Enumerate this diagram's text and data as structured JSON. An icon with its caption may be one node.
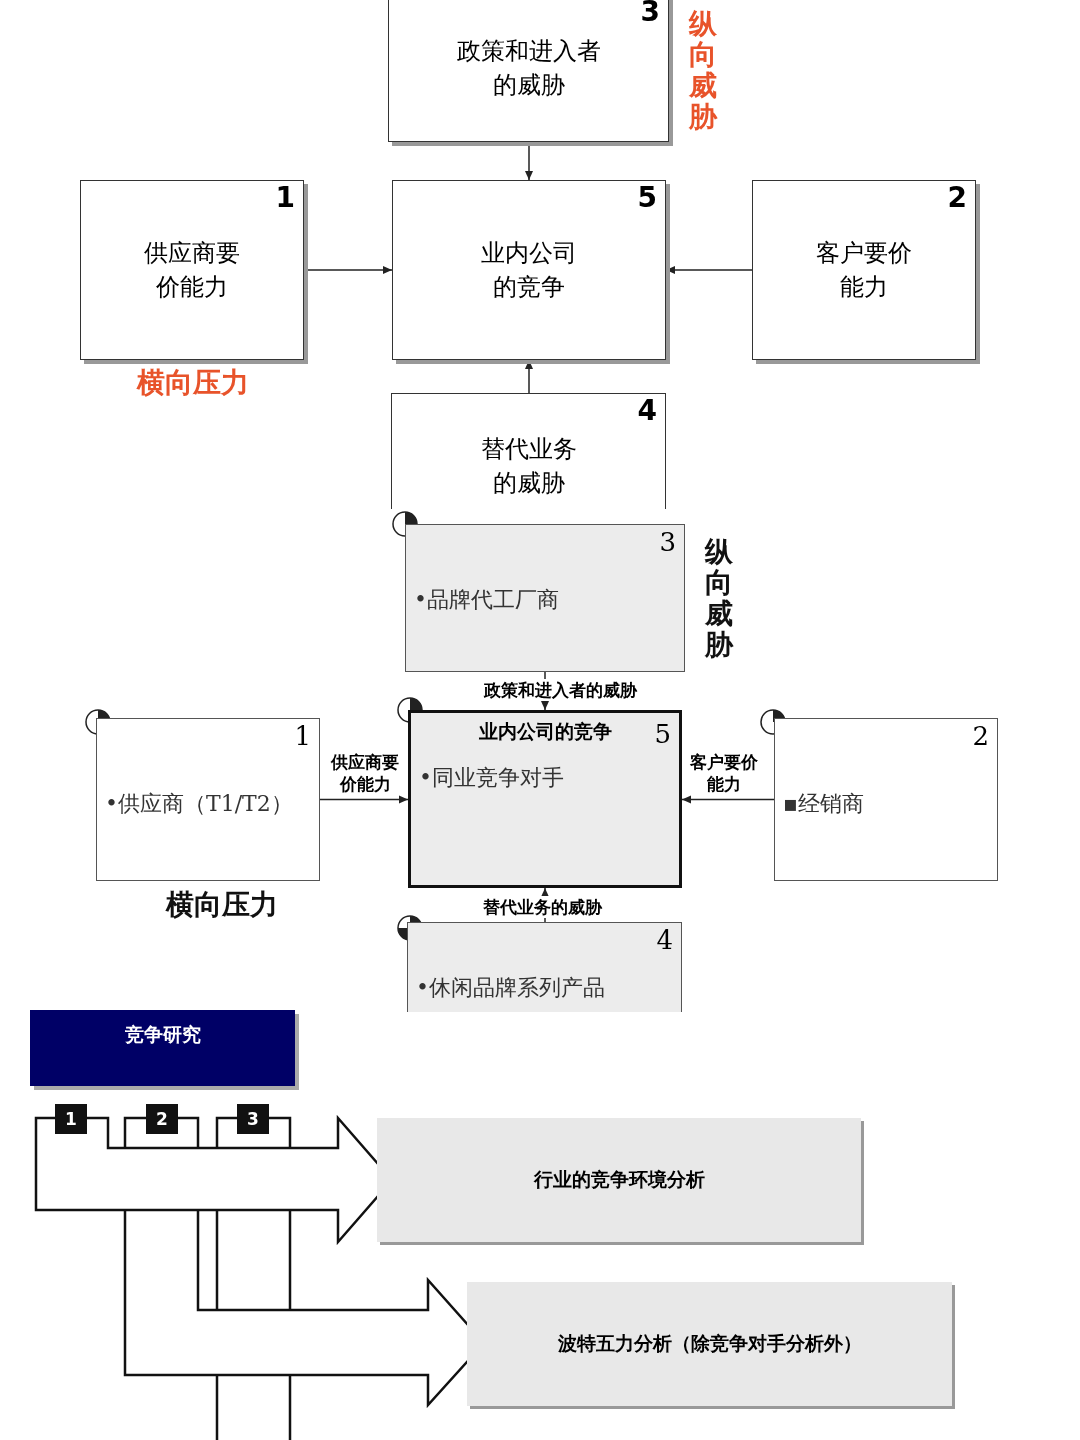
{
  "diagram": {
    "nodes": [
      {
        "text": [
          "3",
          "政策和进入者的威胁"
        ]
      },
      {
        "text": [
          "1",
          "供应商要价能力"
        ]
      },
      {
        "text": [
          "5",
          "业内公司的竞争"
        ]
      },
      {
        "text": [
          "2",
          "客户要价能力"
        ]
      },
      {
        "text": [
          "4",
          "替代业务的威胁"
        ]
      },
      {
        "text": [
          "3",
          "•品牌代工厂商"
        ]
      },
      {
        "text": [
          "1",
          "•供应商（T1/T2）"
        ]
      },
      {
        "text": [
          "业内公司的竞争",
          "5",
          "•同业竞争对手"
        ]
      },
      {
        "text": [
          "2",
          "▪经销商"
        ]
      },
      {
        "text": [
          "4",
          "•休闲品牌系列产品"
        ]
      },
      {
        "text": [
          "竞争研究"
        ]
      },
      {
        "text": [
          "行业的竞争环境分析"
        ]
      },
      {
        "text": [
          "波特五力分析（除竞争对手分析外）"
        ]
      }
    ],
    "edges": [
      {
        "from": 0,
        "to": 2,
        "arrow": "to"
      },
      {
        "from": 1,
        "to": 2,
        "arrow": "to"
      },
      {
        "from": 3,
        "to": 2,
        "arrow": "to"
      },
      {
        "from": 4,
        "to": 2,
        "arrow": "to"
      },
      {
        "from": 5,
        "to": 7,
        "arrow": "to",
        "label": "政策和进入者的威胁"
      },
      {
        "from": 6,
        "to": 7,
        "arrow": "to",
        "label": "供应商要价能力"
      },
      {
        "from": 8,
        "to": 7,
        "arrow": "to",
        "label": "客户要价能力"
      },
      {
        "from": 9,
        "to": 7,
        "arrow": "to",
        "label": "替代业务的威胁"
      }
    ],
    "labels": [
      "纵向威胁",
      "横向压力",
      "纵向威胁",
      "横向压力",
      "1",
      "2",
      "3"
    ]
  }
}
